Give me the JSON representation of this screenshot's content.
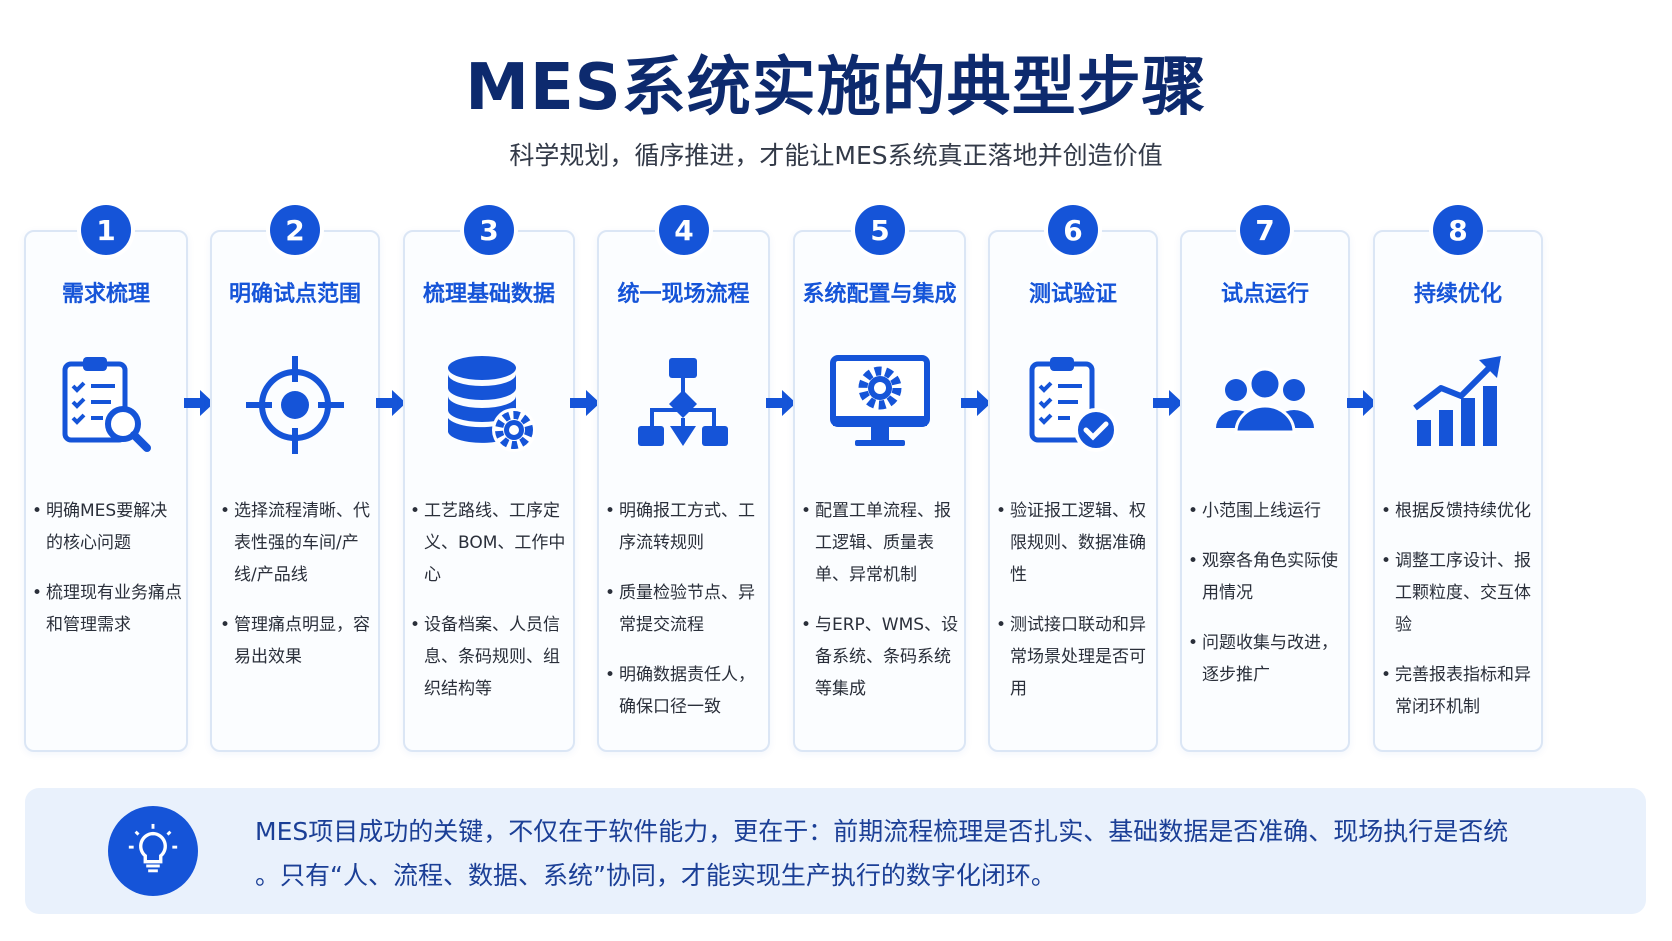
{
  "title": "MES系统实施的典型步骤",
  "subtitle": "科学规划，循序推进，才能让MES系统真正落地并创造价值",
  "steps": [
    {
      "num": "1",
      "title": "需求梳理",
      "icon": "clipboard-search-icon",
      "bullets": [
        "明确MES要解决的核心问题",
        "梳理现有业务痛点和管理需求"
      ]
    },
    {
      "num": "2",
      "title": "明确试点范围",
      "icon": "target-icon",
      "bullets": [
        "选择流程清晰、代表性强的车间/产线/产品线",
        "管理痛点明显，容易出效果"
      ]
    },
    {
      "num": "3",
      "title": "梳理基础数据",
      "icon": "database-gear-icon",
      "bullets": [
        "工艺路线、工序定义、BOM、工作中心",
        "设备档案、人员信息、条码规则、组织结构等"
      ]
    },
    {
      "num": "4",
      "title": "统一现场流程",
      "icon": "flowchart-icon",
      "bullets": [
        "明确报工方式、工序流转规则",
        "质量检验节点、异常提交流程",
        "明确数据责任人，确保口径一致"
      ]
    },
    {
      "num": "5",
      "title": "系统配置与集成",
      "icon": "monitor-gear-icon",
      "bullets": [
        "配置工单流程、报工逻辑、质量表单、异常机制",
        "与ERP、WMS、设备系统、条码系统等集成"
      ]
    },
    {
      "num": "6",
      "title": "测试验证",
      "icon": "clipboard-check-icon",
      "bullets": [
        "验证报工逻辑、权限规则、数据准确性",
        "测试接口联动和异常场景处理是否可用"
      ]
    },
    {
      "num": "7",
      "title": "试点运行",
      "icon": "users-icon",
      "bullets": [
        "小范围上线运行",
        "观察各角色实际使用情况",
        "问题收集与改进，逐步推广"
      ]
    },
    {
      "num": "8",
      "title": "持续优化",
      "icon": "growth-chart-icon",
      "bullets": [
        "根据反馈持续优化",
        "调整工序设计、报工颗粒度、交互体验",
        "完善报表指标和异常闭环机制"
      ]
    }
  ],
  "footer": {
    "icon": "lightbulb-icon",
    "line1": "MES项目成功的关键，不仅在于软件能力，更在于：前期流程梳理是否扎实、基础数据是否准确、现场执行是否统",
    "line2": "。只有“人、流程、数据、系统”协同，才能实现生产执行的数字化闭环。"
  },
  "colors": {
    "primary": "#1554d8",
    "dark_title": "#0d2a6e",
    "card_border": "#dbe6f5",
    "footer_bg": "#e9f1fc"
  }
}
